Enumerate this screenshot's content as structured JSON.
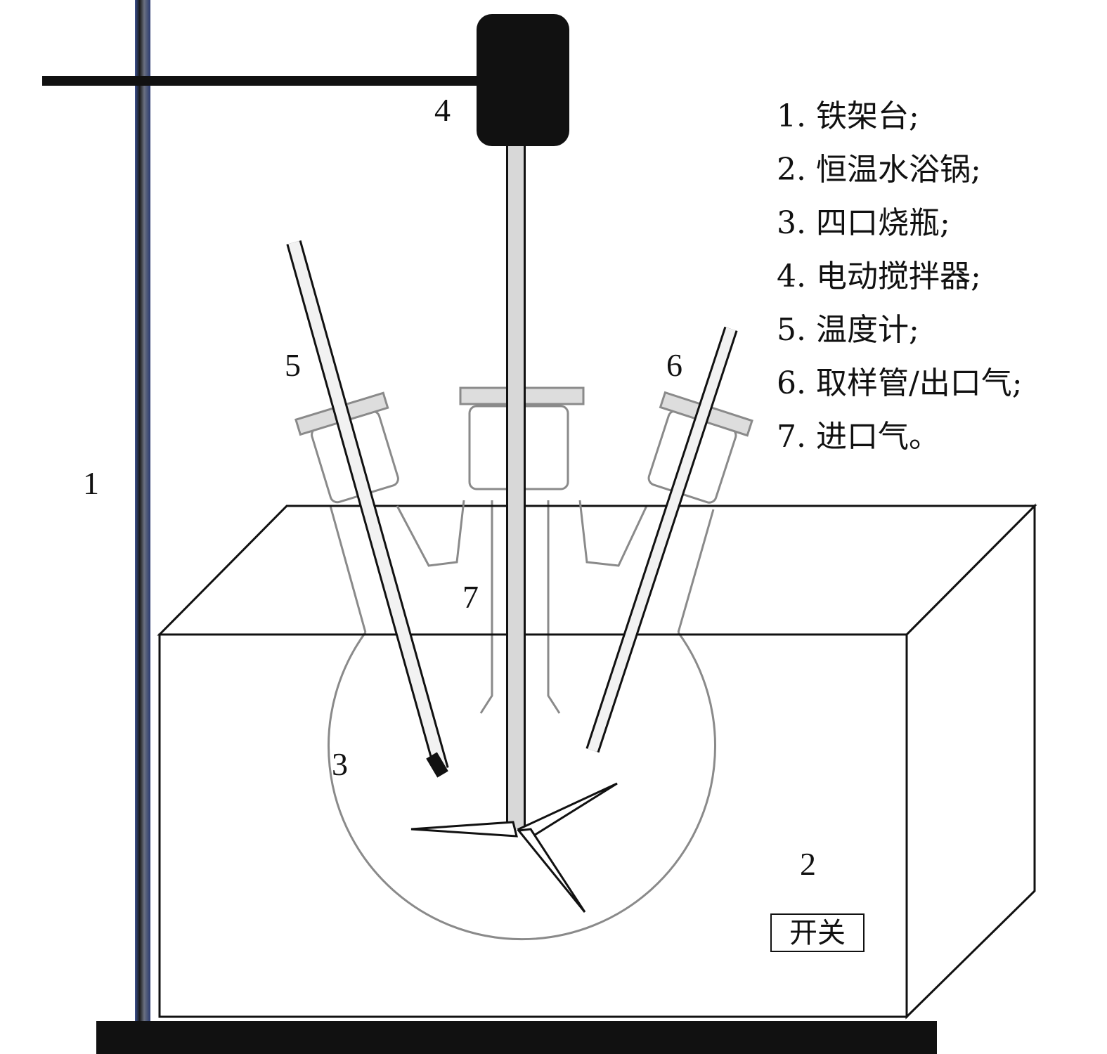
{
  "labels": {
    "n1": "1",
    "n2": "2",
    "n3": "3",
    "n4": "4",
    "n5": "5",
    "n6": "6",
    "n7": "7"
  },
  "switch_label": "开关",
  "legend": [
    "1. 铁架台;",
    "2. 恒温水浴锅;",
    "3. 四口烧瓶;",
    "4. 电动搅拌器;",
    "5. 温度计;",
    "6. 取样管/出口气;",
    "7. 进口气。"
  ],
  "colors": {
    "stand": "#1a1a1a",
    "stand_edge": "#3a4f8f",
    "glass": "#888888",
    "ink": "#111111"
  }
}
